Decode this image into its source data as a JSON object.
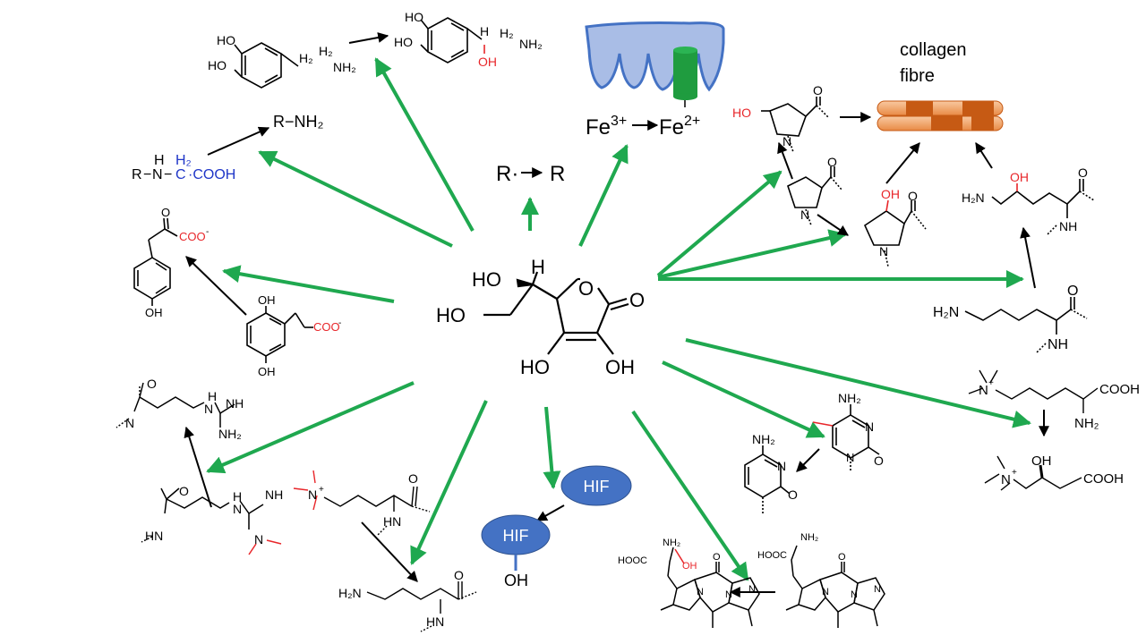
{
  "colors": {
    "green_arrow": "#1fa84f",
    "black_arrow": "#000000",
    "red": "#e8262a",
    "blue": "#1f36c8",
    "hif_fill": "#4472c4",
    "collagen_fill": "#f4a46a",
    "collagen_dark": "#c65a14",
    "membrane_fill": "#a9bde6",
    "membrane_stroke": "#4472c4",
    "channel": "#1f9c3f"
  },
  "center": {
    "ho_top": "HO",
    "h": "H",
    "o_ring": "O",
    "o_carbonyl": "O",
    "ho_left": "HO",
    "ho_bottom_left": "HO",
    "oh_bottom_right": "OH"
  },
  "radical": {
    "r_dot": "R·",
    "r": "R"
  },
  "iron": {
    "fe3": "Fe",
    "fe3_sup": "3+",
    "fe2": "Fe",
    "fe2_sup": "2+"
  },
  "collagen": {
    "line1": "collagen",
    "line2": "fibre"
  },
  "dopamine": {
    "ho1": "HO",
    "ho2": "HO",
    "h2a": "H₂",
    "h2b": "H₂",
    "nh2": "NH₂"
  },
  "norepinephrine": {
    "ho1": "HO",
    "ho2": "HO",
    "h": "H",
    "h2": "H₂",
    "nh2": "NH₂",
    "oh": "OH"
  },
  "amidation": {
    "r": "R",
    "nh": "H",
    "n": "N",
    "h2": "H₂",
    "c": "C",
    "cooh": "·COOH",
    "product": "R−NH₂"
  },
  "hppd": {
    "o": "O",
    "coo": "COO",
    "minus": "-",
    "oh": "OH"
  },
  "homogentisate": {
    "oh_top": "OH",
    "coo": "COO",
    "minus": "-",
    "oh_bottom": "OH"
  },
  "proline": {
    "ho": "HO",
    "o": "O",
    "n": "N"
  },
  "proline_sub": {
    "o": "O",
    "n": "N"
  },
  "hydroxyproline3": {
    "oh": "OH",
    "o": "O",
    "n": "N"
  },
  "hydroxylysine": {
    "h2n": "H₂N",
    "oh": "OH",
    "o": "O",
    "nh": "NH"
  },
  "lysine": {
    "h2n": "H₂N",
    "o": "O",
    "nh": "NH"
  },
  "carnitine_pre": {
    "n": "N",
    "plus": "+",
    "cooh": "COOH",
    "nh2": "NH₂"
  },
  "carnitine": {
    "n": "N",
    "plus": "+",
    "oh": "OH",
    "cooh": "COOH"
  },
  "methylcytosine": {
    "nh2": "NH₂",
    "n": "N",
    "o": "O"
  },
  "cytosine": {
    "nh2": "NH₂",
    "n": "N",
    "o": "O"
  },
  "arginine_pre": {
    "o": "O",
    "hn": "HN",
    "h": "H",
    "n": "N",
    "nh": "NH"
  },
  "arginine": {
    "o": "O",
    "n": "N",
    "h": "H",
    "nh": "NH",
    "nh2": "NH₂"
  },
  "trimethyllysine": {
    "n": "N",
    "plus": "+",
    "o": "O",
    "hn": "HN"
  },
  "lysine_demeth": {
    "h2n": "H₂N",
    "o": "O",
    "hn": "HN"
  },
  "hif": {
    "label1": "HIF",
    "label2": "HIF",
    "oh": "OH"
  },
  "wybutosine_left": {
    "hooc": "HOOC",
    "nh2": "NH₂",
    "oh": "OH",
    "o": "O",
    "n": "N"
  },
  "wybutosine_right": {
    "hooc": "HOOC",
    "nh2": "NH₂",
    "o": "O",
    "n": "N"
  }
}
